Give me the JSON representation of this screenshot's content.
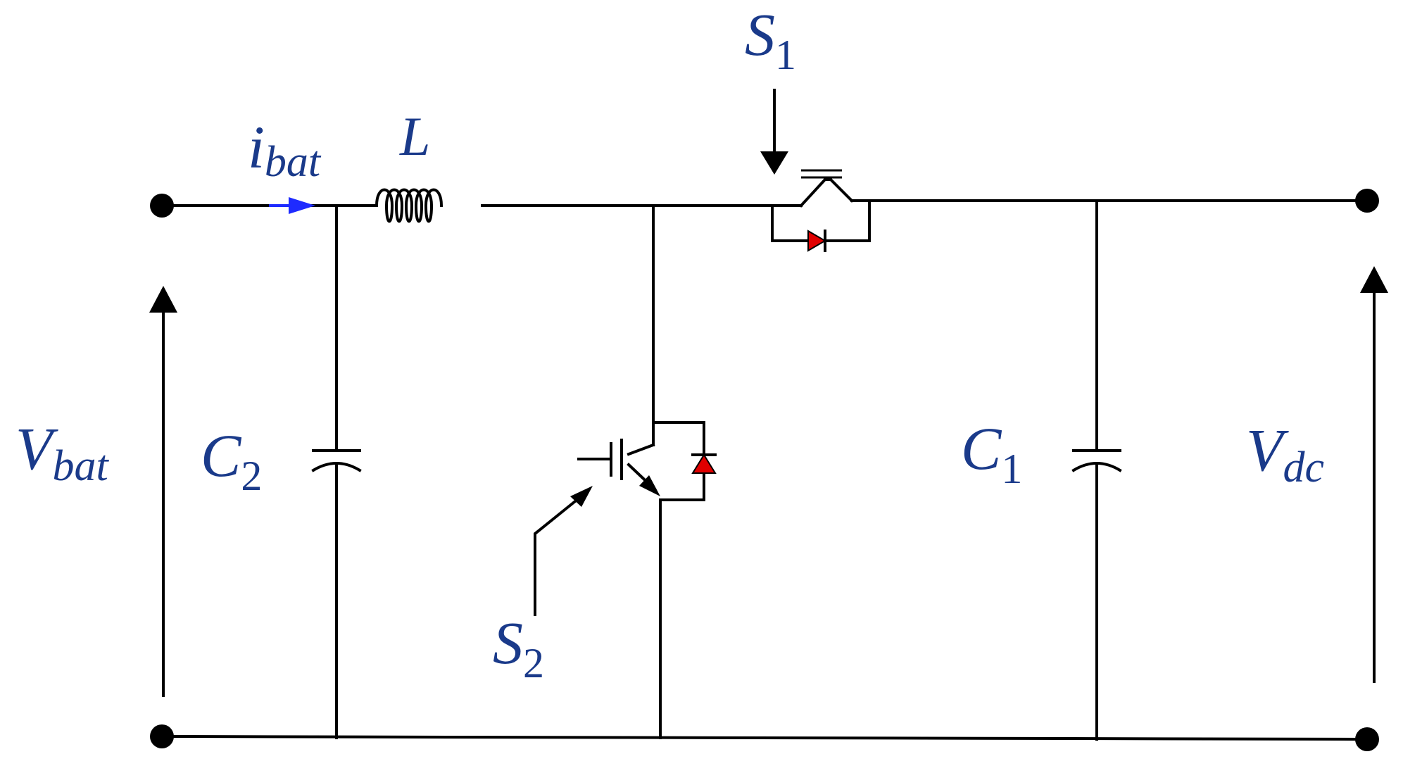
{
  "labels": {
    "i_bat": {
      "main": "i",
      "sub": "bat"
    },
    "L": {
      "main": "L"
    },
    "S1": {
      "main": "S",
      "sub": "1"
    },
    "S2": {
      "main": "S",
      "sub": "2"
    },
    "V_bat": {
      "main": "V",
      "sub": "bat"
    },
    "C2": {
      "main": "C",
      "sub": "2"
    },
    "C1": {
      "main": "C",
      "sub": "1"
    },
    "V_dc": {
      "main": "V",
      "sub": "dc"
    }
  },
  "colors": {
    "label": "#1a3a8a",
    "wire": "#000000",
    "diode": "#e00000",
    "current_arrow": "#1e2bff"
  }
}
